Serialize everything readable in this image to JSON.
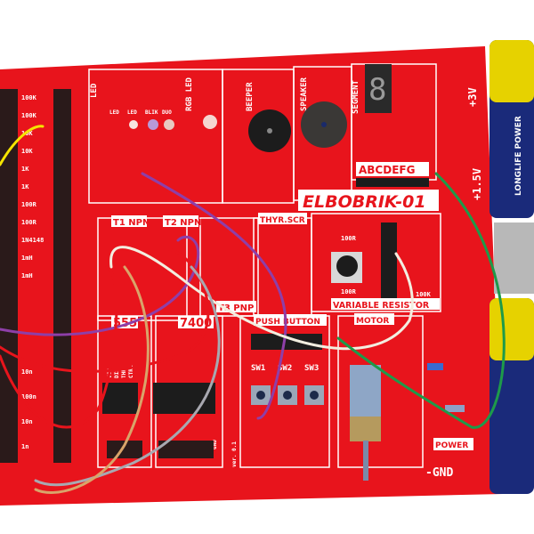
{
  "board": {
    "title": "ELBOBRIK-01",
    "color": "#e8141c",
    "sections": {
      "led": "LED",
      "led_sub": [
        "LED",
        "LED",
        "BLIK",
        "DUO"
      ],
      "rgb_led": "RGB LED",
      "beeper": "BEEPER",
      "speaker": "SPEAKER",
      "segment": "SEGMENT",
      "segment_letters": "ABCDEFG",
      "t1": "T1 NPN",
      "t2": "T2 NPN",
      "t3": "T3 PNP",
      "thyristor": "THYR.SCR",
      "variable_resistor": "VARIABLE RESISTOR",
      "vr_values": [
        "100R",
        "100R",
        "100K"
      ],
      "ic1": "555",
      "ic2": "7400",
      "ic1_pins": [
        "VCC",
        "DIS",
        "THR",
        "CTRL"
      ],
      "push_button": "PUSH BUTTON",
      "switches": [
        "SW1",
        "SW2",
        "SW3"
      ],
      "motor": "MOTOR",
      "power": "POWER",
      "gnd": "-GND",
      "plus3v": "+3V",
      "plus15v": "+1.5V",
      "version": "ver. 0.1",
      "gnd_pin": "GND"
    },
    "component_labels": [
      "100K",
      "100K",
      "10K",
      "10K",
      "1K",
      "1K",
      "100R",
      "100R",
      "1N4148",
      "1mH",
      "1mH",
      "10n",
      "100n",
      "10n",
      "1n"
    ]
  },
  "batteries": {
    "label": "LONGLIFE POWER",
    "count": 2
  },
  "wire_colors": [
    "#f5e400",
    "#8e3fa8",
    "#f2eee0",
    "#1e9a4a",
    "#f59a00",
    "#e8141c",
    "#a8a8b0",
    "#d9a46a"
  ]
}
